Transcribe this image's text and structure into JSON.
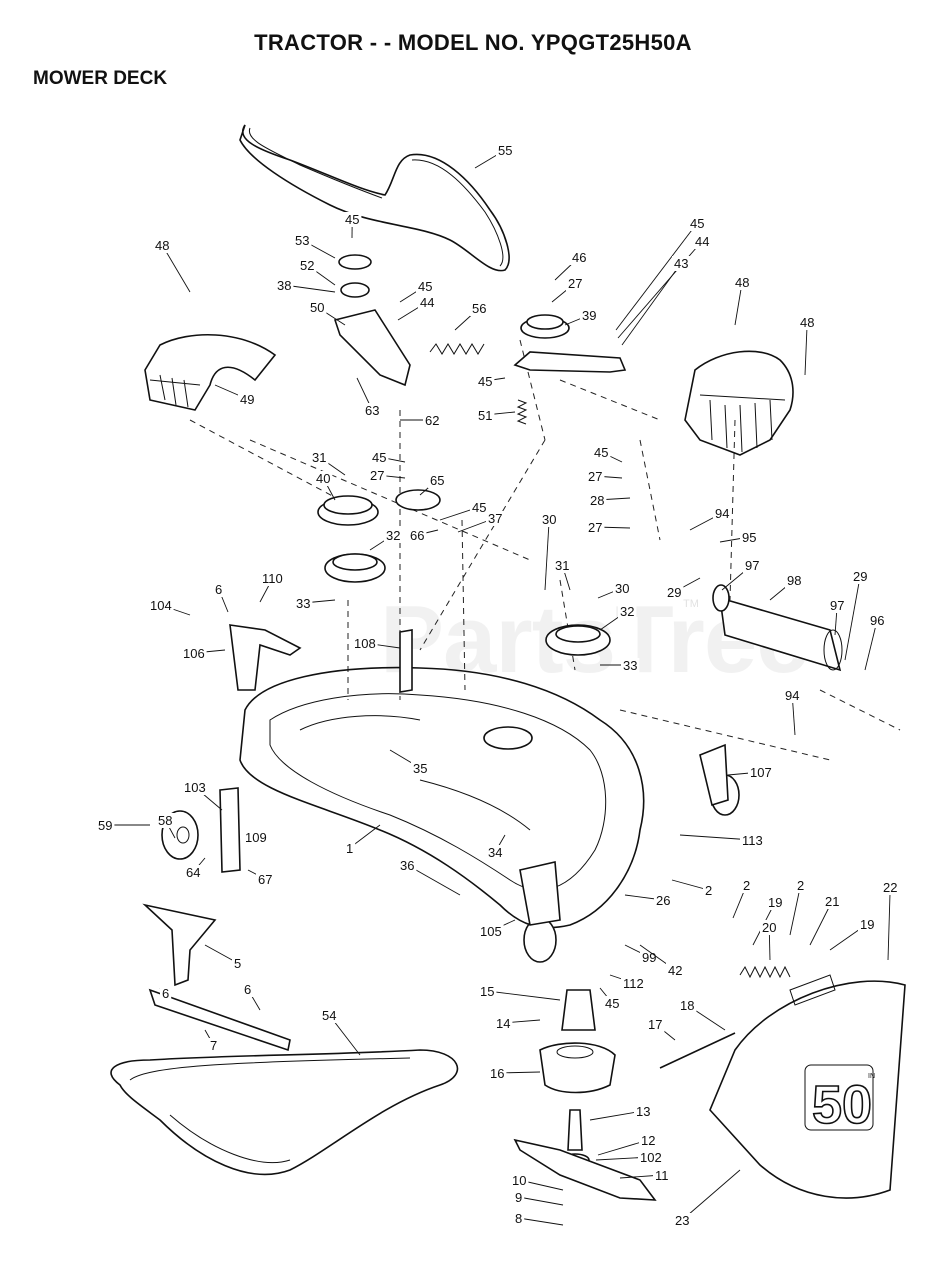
{
  "header": {
    "title": "TRACTOR - - MODEL NO. YPQGT25H50A",
    "subtitle": "MOWER DECK"
  },
  "watermark": {
    "text": "PartsTree",
    "tm": "TM"
  },
  "decal": {
    "text": "50",
    "mark": "IN"
  },
  "callouts": [
    "55",
    "45",
    "53",
    "52",
    "38",
    "50",
    "45",
    "44",
    "56",
    "46",
    "27",
    "45",
    "44",
    "43",
    "39",
    "48",
    "48",
    "48",
    "49",
    "63",
    "62",
    "45",
    "51",
    "31",
    "45",
    "27",
    "65",
    "40",
    "45",
    "66",
    "37",
    "32",
    "33",
    "110",
    "6",
    "104",
    "106",
    "108",
    "30",
    "31",
    "30",
    "32",
    "33",
    "45",
    "27",
    "28",
    "27",
    "94",
    "95",
    "29",
    "97",
    "98",
    "97",
    "29",
    "96",
    "94",
    "107",
    "35",
    "1",
    "59",
    "58",
    "103",
    "109",
    "64",
    "67",
    "34",
    "36",
    "113",
    "2",
    "26",
    "105",
    "5",
    "2",
    "19",
    "2",
    "21",
    "22",
    "20",
    "19",
    "6",
    "6",
    "7",
    "54",
    "15",
    "112",
    "45",
    "99",
    "42",
    "14",
    "18",
    "17",
    "16",
    "13",
    "12",
    "102",
    "11",
    "10",
    "9",
    "8",
    "23"
  ]
}
